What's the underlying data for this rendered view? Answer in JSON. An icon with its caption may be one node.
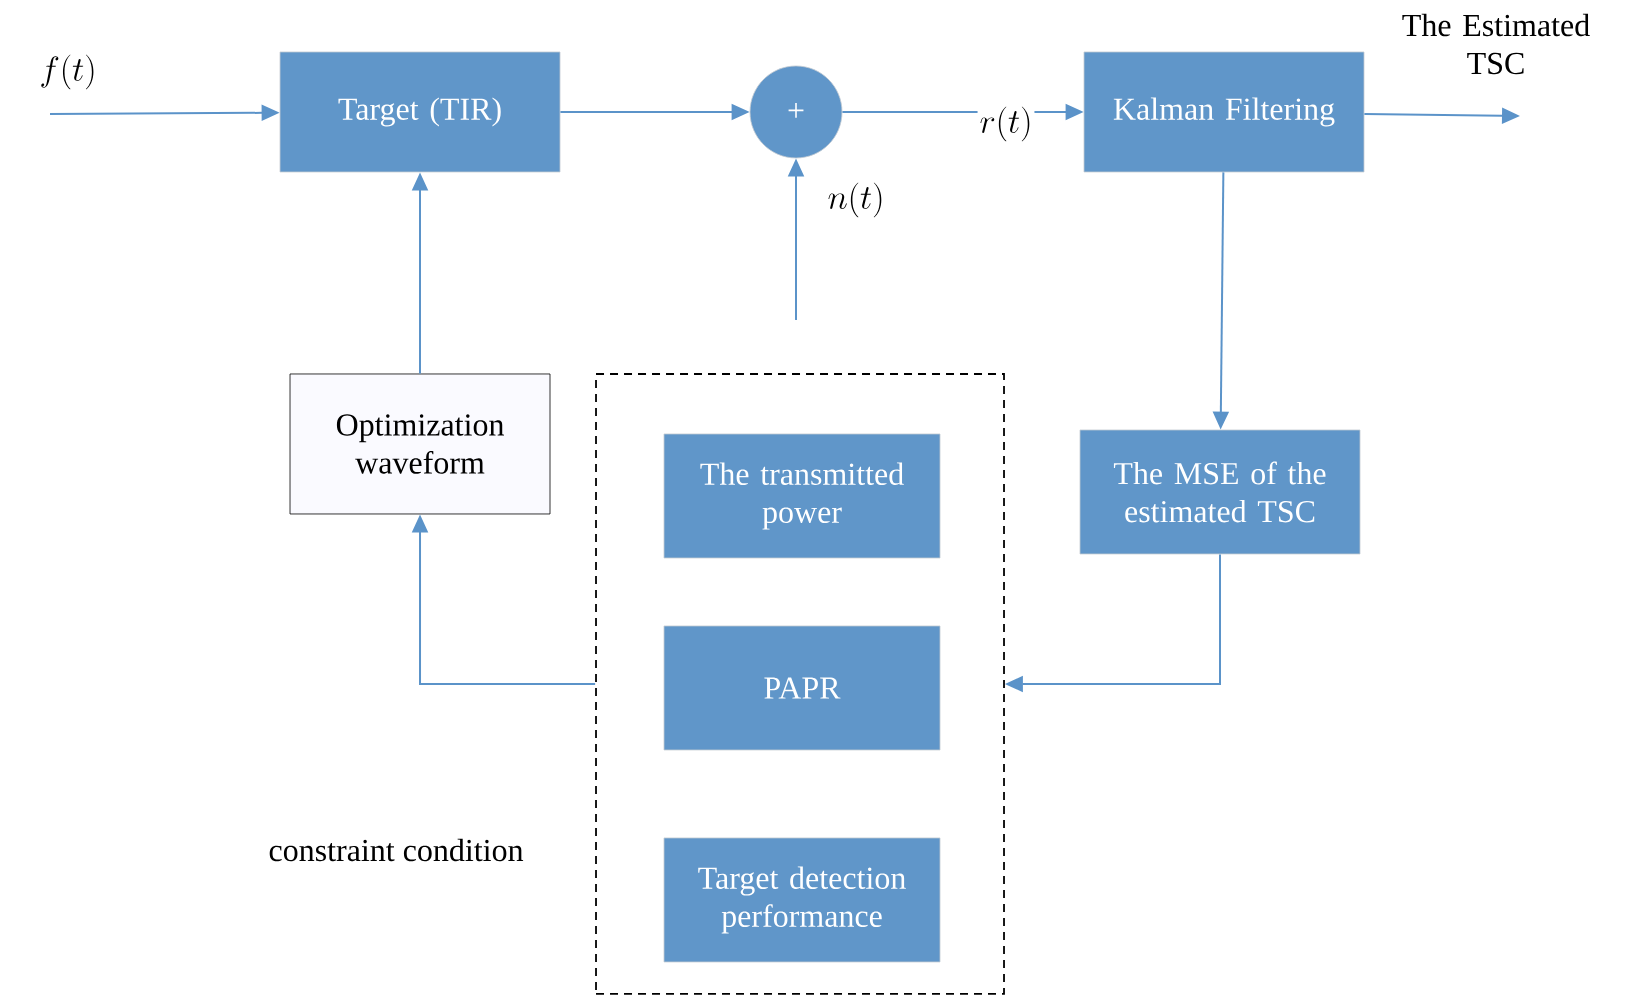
{
  "diagram": {
    "nodes": [
      {
        "text": [
          "Target (TIR)"
        ]
      },
      {
        "text": [
          "+"
        ]
      },
      {
        "text": [
          "Kalman Filtering"
        ]
      },
      {
        "text": [
          "Optimization waveform"
        ]
      },
      {
        "text": [],
        "shape": "box",
        "beside": [
          "constraint condition"
        ]
      },
      {
        "text": [
          "The transmitted power"
        ],
        "in": 4
      },
      {
        "text": [
          "PAPR"
        ],
        "in": 4
      },
      {
        "text": [
          "Target detection performance"
        ],
        "in": 4
      },
      {
        "text": [
          "The MSE of the estimated TSC"
        ]
      }
    ],
    "edges": [
      {
        "from": null,
        "to": 0,
        "arrow": "to",
        "label": "f(t)"
      },
      {
        "from": 0,
        "to": 1,
        "arrow": "to"
      },
      {
        "from": null,
        "to": 1,
        "arrow": "to",
        "label": "n(t)"
      },
      {
        "from": 1,
        "to": 2,
        "arrow": "to",
        "label": "r(t)"
      },
      {
        "from": 2,
        "to": null,
        "arrow": "to",
        "label": "The Estimated TSC"
      },
      {
        "from": 3,
        "to": 0,
        "arrow": "to"
      },
      {
        "from": 2,
        "to": 8,
        "arrow": "to"
      },
      {
        "from": 8,
        "to": 4,
        "arrow": "to"
      },
      {
        "from": 4,
        "to": 3,
        "arrow": "to"
      }
    ]
  }
}
